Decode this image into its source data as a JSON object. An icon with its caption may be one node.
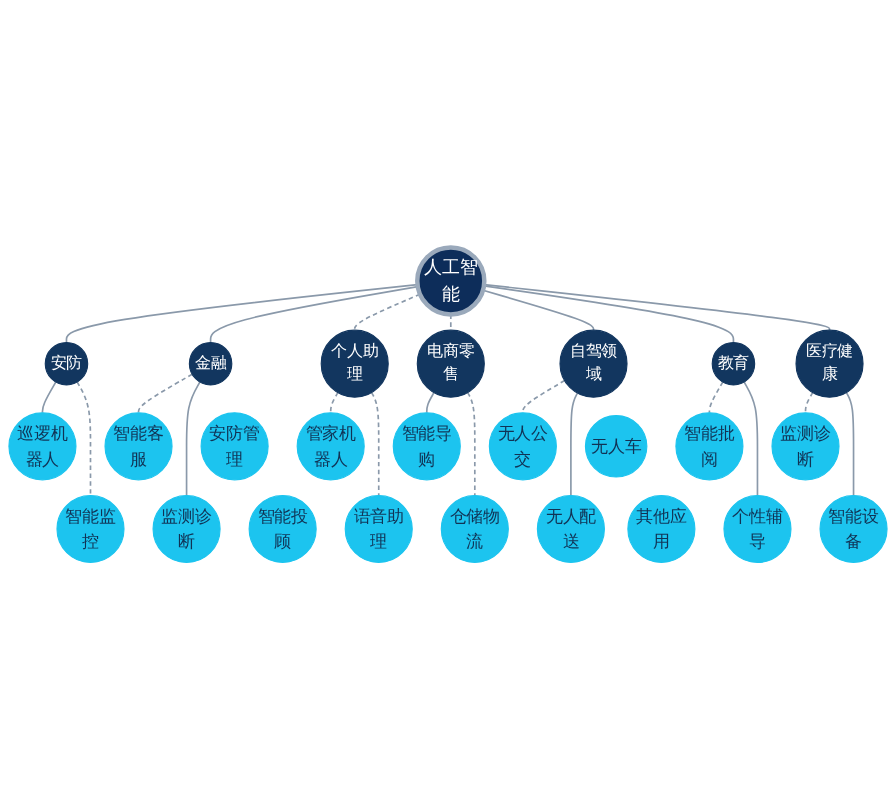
{
  "diagram": {
    "nodes": [
      {
        "text": [
          "人工智能"
        ]
      },
      {
        "text": [
          "安防"
        ]
      },
      {
        "text": [
          "巡逻机器人"
        ]
      },
      {
        "text": [
          "智能监控"
        ]
      },
      {
        "text": [
          "金融"
        ]
      },
      {
        "text": [
          "安防管理"
        ]
      },
      {
        "text": [
          "智能投顾"
        ]
      },
      {
        "text": [
          "智能客服"
        ]
      },
      {
        "text": [
          "监测诊断"
        ]
      },
      {
        "text": [
          "个人助理"
        ]
      },
      {
        "text": [
          "管家机器人"
        ]
      },
      {
        "text": [
          "语音助理"
        ]
      },
      {
        "text": [
          "电商零售"
        ]
      },
      {
        "text": [
          "智能导购"
        ]
      },
      {
        "text": [
          "仓储物流"
        ]
      },
      {
        "text": [
          "自驾领域"
        ]
      },
      {
        "text": [
          "无人公交"
        ]
      },
      {
        "text": [
          "无人车"
        ]
      },
      {
        "text": [
          "无人配送"
        ]
      },
      {
        "text": [
          "其他应用"
        ]
      },
      {
        "text": [
          "教育"
        ]
      },
      {
        "text": [
          "智能批阅"
        ]
      },
      {
        "text": [
          "个性辅导"
        ]
      },
      {
        "text": [
          "医疗健康"
        ]
      },
      {
        "text": [
          "监测诊断"
        ]
      },
      {
        "text": [
          "智能设备"
        ]
      }
    ],
    "edges": [
      {
        "from": 0,
        "to": 1,
        "arrow": "none"
      },
      {
        "from": 0,
        "to": 4,
        "arrow": "none"
      },
      {
        "from": 0,
        "to": 9,
        "arrow": "none",
        "style": "dashed"
      },
      {
        "from": 0,
        "to": 12,
        "arrow": "none",
        "style": "dashed"
      },
      {
        "from": 0,
        "to": 15,
        "arrow": "none"
      },
      {
        "from": 0,
        "to": 20,
        "arrow": "none"
      },
      {
        "from": 0,
        "to": 23,
        "arrow": "none"
      },
      {
        "from": 1,
        "to": 2,
        "arrow": "none"
      },
      {
        "from": 1,
        "to": 3,
        "arrow": "none",
        "style": "dashed"
      },
      {
        "from": 4,
        "to": 7,
        "arrow": "none",
        "style": "dashed"
      },
      {
        "from": 4,
        "to": 8,
        "arrow": "none"
      },
      {
        "from": 9,
        "to": 10,
        "arrow": "none",
        "style": "dashed"
      },
      {
        "from": 9,
        "to": 11,
        "arrow": "none",
        "style": "dashed"
      },
      {
        "from": 12,
        "to": 13,
        "arrow": "none"
      },
      {
        "from": 12,
        "to": 14,
        "arrow": "none",
        "style": "dashed"
      },
      {
        "from": 15,
        "to": 16,
        "arrow": "none",
        "style": "dashed"
      },
      {
        "from": 15,
        "to": 18,
        "arrow": "none"
      },
      {
        "from": 20,
        "to": 21,
        "arrow": "none",
        "style": "dashed"
      },
      {
        "from": 20,
        "to": 22,
        "arrow": "none"
      },
      {
        "from": 23,
        "to": 24,
        "arrow": "none",
        "style": "dashed"
      },
      {
        "from": 23,
        "to": 25,
        "arrow": "none"
      }
    ]
  }
}
